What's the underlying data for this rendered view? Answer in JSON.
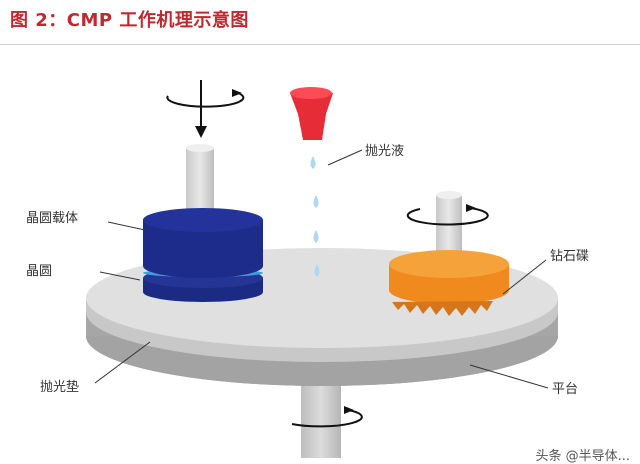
{
  "header": {
    "title": "图 2：CMP 工作机理示意图"
  },
  "labels": {
    "polishing_slurry": "抛光液",
    "wafer_carrier": "晶圆载体",
    "wafer": "晶圆",
    "diamond_disk": "钻石碟",
    "polishing_pad": "抛光垫",
    "platen": "平台"
  },
  "watermark": "头条 @半导体..."
}
